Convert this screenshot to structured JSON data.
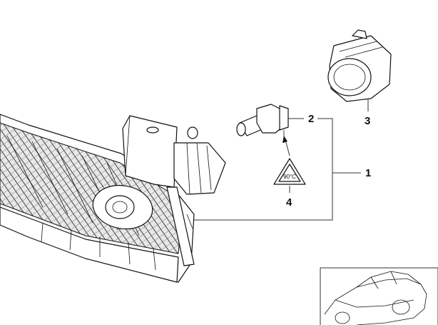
{
  "callouts": [
    {
      "id": "1",
      "label": "1"
    },
    {
      "id": "2",
      "label": "2"
    },
    {
      "id": "3",
      "label": "3"
    },
    {
      "id": "4",
      "label": "4"
    }
  ],
  "warning_symbol_text": "90°C",
  "colors": {
    "line": "#111111",
    "background": "#ffffff",
    "hatch": "#555555"
  }
}
